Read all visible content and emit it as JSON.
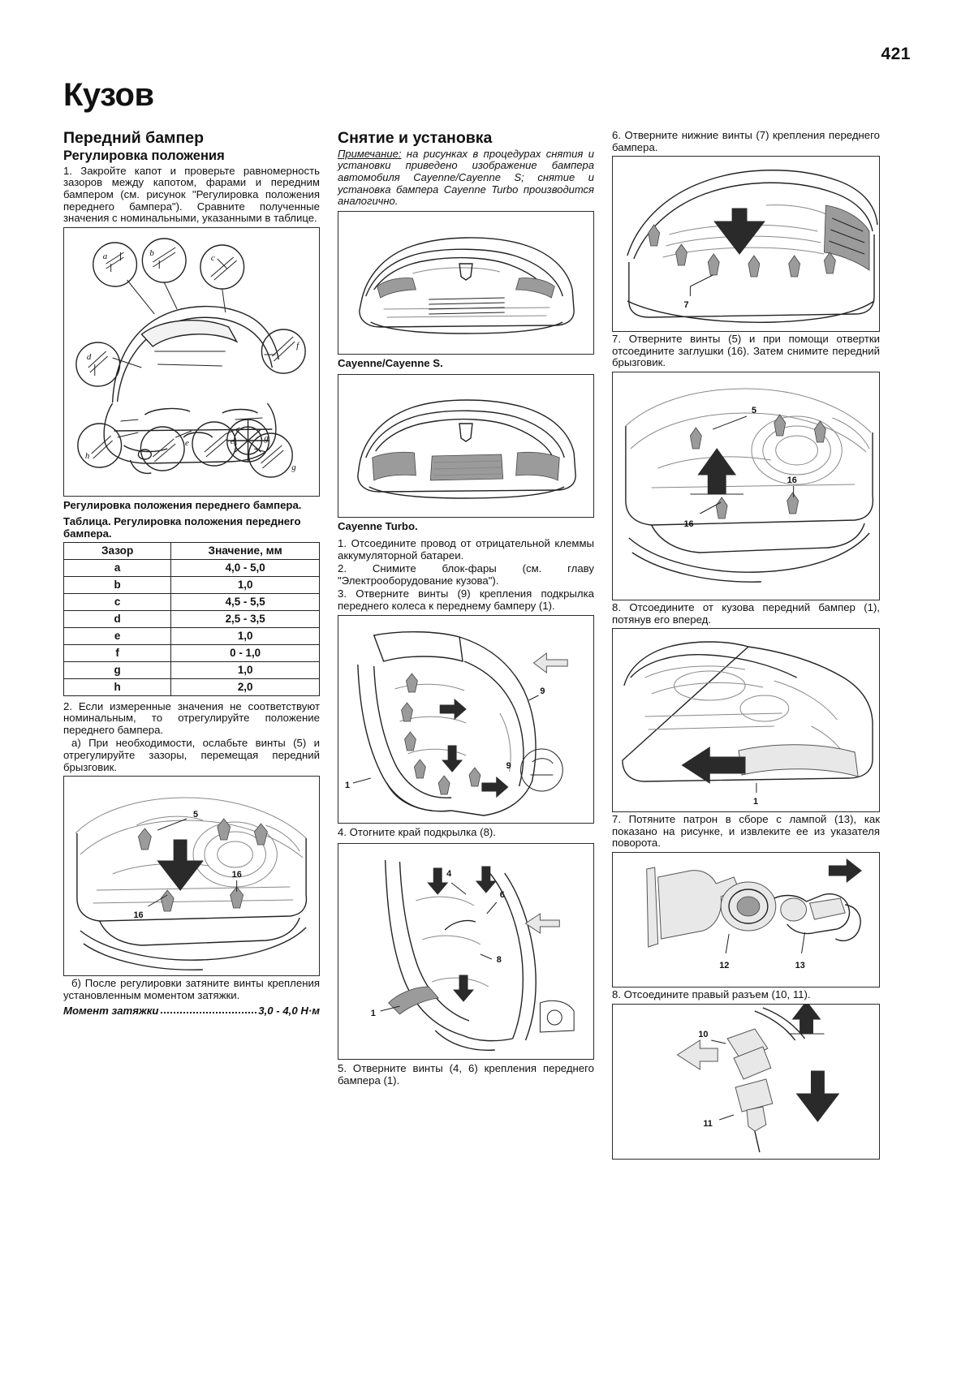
{
  "page": {
    "folio": "421",
    "chapter_title": "Кузов"
  },
  "col_left": {
    "section_title": "Передний бампер",
    "subsection_title": "Регулировка положения",
    "step1": "1. Закройте капот и проверьте равномерность зазоров между капотом, фарами и передним бампером (см. рисунок \"Регулировка положения переднего бампера\"). Сравните полученные значения с номинальными, указанными в таблице.",
    "fig1_caption": "Регулировка положения переднего бампера.",
    "fig1_labels": [
      "a",
      "b",
      "c",
      "d",
      "e",
      "e",
      "f",
      "g",
      "g",
      "h"
    ],
    "table_title": "Таблица. Регулировка положения переднего бампера.",
    "table": {
      "headers": [
        "Зазор",
        "Значение, мм"
      ],
      "rows": [
        [
          "a",
          "4,0 - 5,0"
        ],
        [
          "b",
          "1,0"
        ],
        [
          "c",
          "4,5 - 5,5"
        ],
        [
          "d",
          "2,5 - 3,5"
        ],
        [
          "e",
          "1,0"
        ],
        [
          "f",
          "0 - 1,0"
        ],
        [
          "g",
          "1,0"
        ],
        [
          "h",
          "2,0"
        ]
      ]
    },
    "step2": "2. Если измеренные значения не соответствуют номинальным, то отрегулируйте положение переднего бампера.",
    "step2a": "а) При необходимости, ослабьте винты (5) и отрегулируйте зазоры, перемещая передний брызговик.",
    "fig2_labels": [
      "5",
      "16",
      "16"
    ],
    "step2b": "б) После регулировки затяните винты крепления установленным моментом затяжки.",
    "torque_label": "Момент затяжки",
    "torque_value": "3,0 - 4,0 Н·м"
  },
  "col_mid": {
    "section_title": "Снятие и установка",
    "note_lead": "Примечание:",
    "note_text": " на рисунках в процедурах снятия и установки приведено изображение бампера автомобиля Cayenne/Cayenne S; снятие и установка бампера Cayenne Turbo производится аналогично.",
    "fig3_caption": "Cayenne/Cayenne S.",
    "fig4_caption": "Cayenne Turbo.",
    "step1": "1. Отсоедините провод от отрицательной клеммы аккумуляторной батареи.",
    "step2": "2. Снимите блок-фары (см. главу \"Электрооборудование кузова\").",
    "step3": "3. Отверните винты (9) крепления подкрылка переднего колеса к переднему бамперу (1).",
    "fig5_labels": [
      "1",
      "9",
      "9"
    ],
    "step4": "4. Отогните край подкрылка (8).",
    "fig6_labels": [
      "1",
      "4",
      "6",
      "8"
    ],
    "step5": "5. Отверните винты (4, 6) крепления переднего бампера (1)."
  },
  "col_right": {
    "step6": "6. Отверните нижние винты (7) крепления переднего бампера.",
    "fig7_labels": [
      "7"
    ],
    "step7": "7. Отверните винты (5) и при помощи отвертки отсоедините заглушки (16). Затем снимите передний брызговик.",
    "fig8_labels": [
      "5",
      "16",
      "16"
    ],
    "step8": "8. Отсоедините от кузова передний бампер (1), потянув его вперед.",
    "fig9_labels": [
      "1"
    ],
    "step7b": "7. Потяните патрон в сборе с лампой (13), как показано на рисунке, и извлеките ее из указателя поворота.",
    "fig10_labels": [
      "12",
      "13"
    ],
    "step8b": "8. Отсоедините правый разъем (10, 11).",
    "fig11_labels": [
      "10",
      "11"
    ]
  },
  "colors": {
    "ink": "#111111",
    "frame": "#2b2b2b",
    "rule": "#232323",
    "paper": "#ffffff"
  }
}
